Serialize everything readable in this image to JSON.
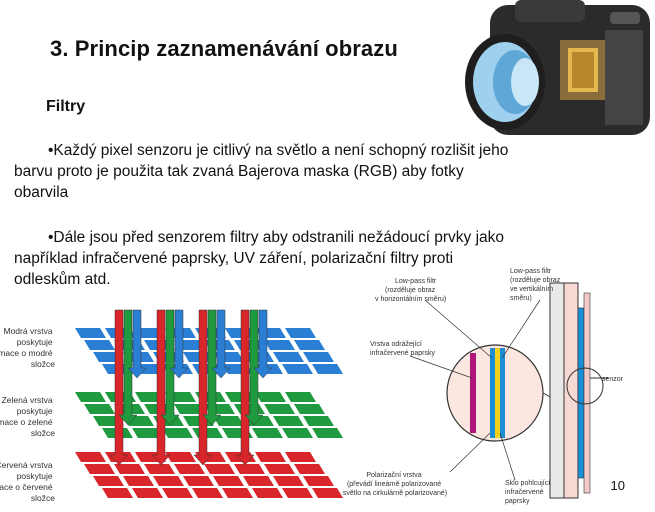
{
  "slide": {
    "title": "3. Princip zaznamenávání obrazu",
    "heading": "Filtry",
    "paragraph1": "•Každý pixel senzoru je citlivý na světlo a není schopný rozlišit jeho barvu proto je použita tak zvaná Bajerova maska (RGB) aby fotky obarvila",
    "paragraph2": "•Dále jsou před senzorem filtry aby odstranili nežádoucí prvky jako například infračervené paprsky, UV záření, polarizační filtry proti odleskům atd.",
    "page_number": "10"
  },
  "layers_figure": {
    "blue_label": [
      "Modrá vrstva",
      "poskytuje",
      "informace o modré",
      "složce"
    ],
    "green_label": [
      "Zelená vrstva",
      "poskytuje",
      "informace o zelené",
      "složce"
    ],
    "red_label": [
      "Červená vrstva",
      "poskytuje",
      "informace o červené",
      "složce"
    ],
    "colors": {
      "blue": "#2a7fd4",
      "green": "#1f9a3e",
      "red": "#d9262a"
    }
  },
  "filter_figure": {
    "lowpass_h": [
      "Low-pass filtr",
      "(rozděluje obraz",
      "v horizontálním směru)"
    ],
    "lowpass_v": [
      "Low-pass filtr",
      "(rozděluje obraz",
      "ve vertikálním",
      "směru)"
    ],
    "ir_reflect": [
      "Vrstva odrážející",
      "infračervené paprsky"
    ],
    "sensor": "senzor",
    "polarizing": [
      "Polarizační vrstva",
      "(převádí lineárně polarizované",
      "světlo na cirkulárně polarizované)"
    ],
    "ir_absorb": [
      "Sklo pohlcující",
      "infračervené",
      "paprsky"
    ]
  }
}
